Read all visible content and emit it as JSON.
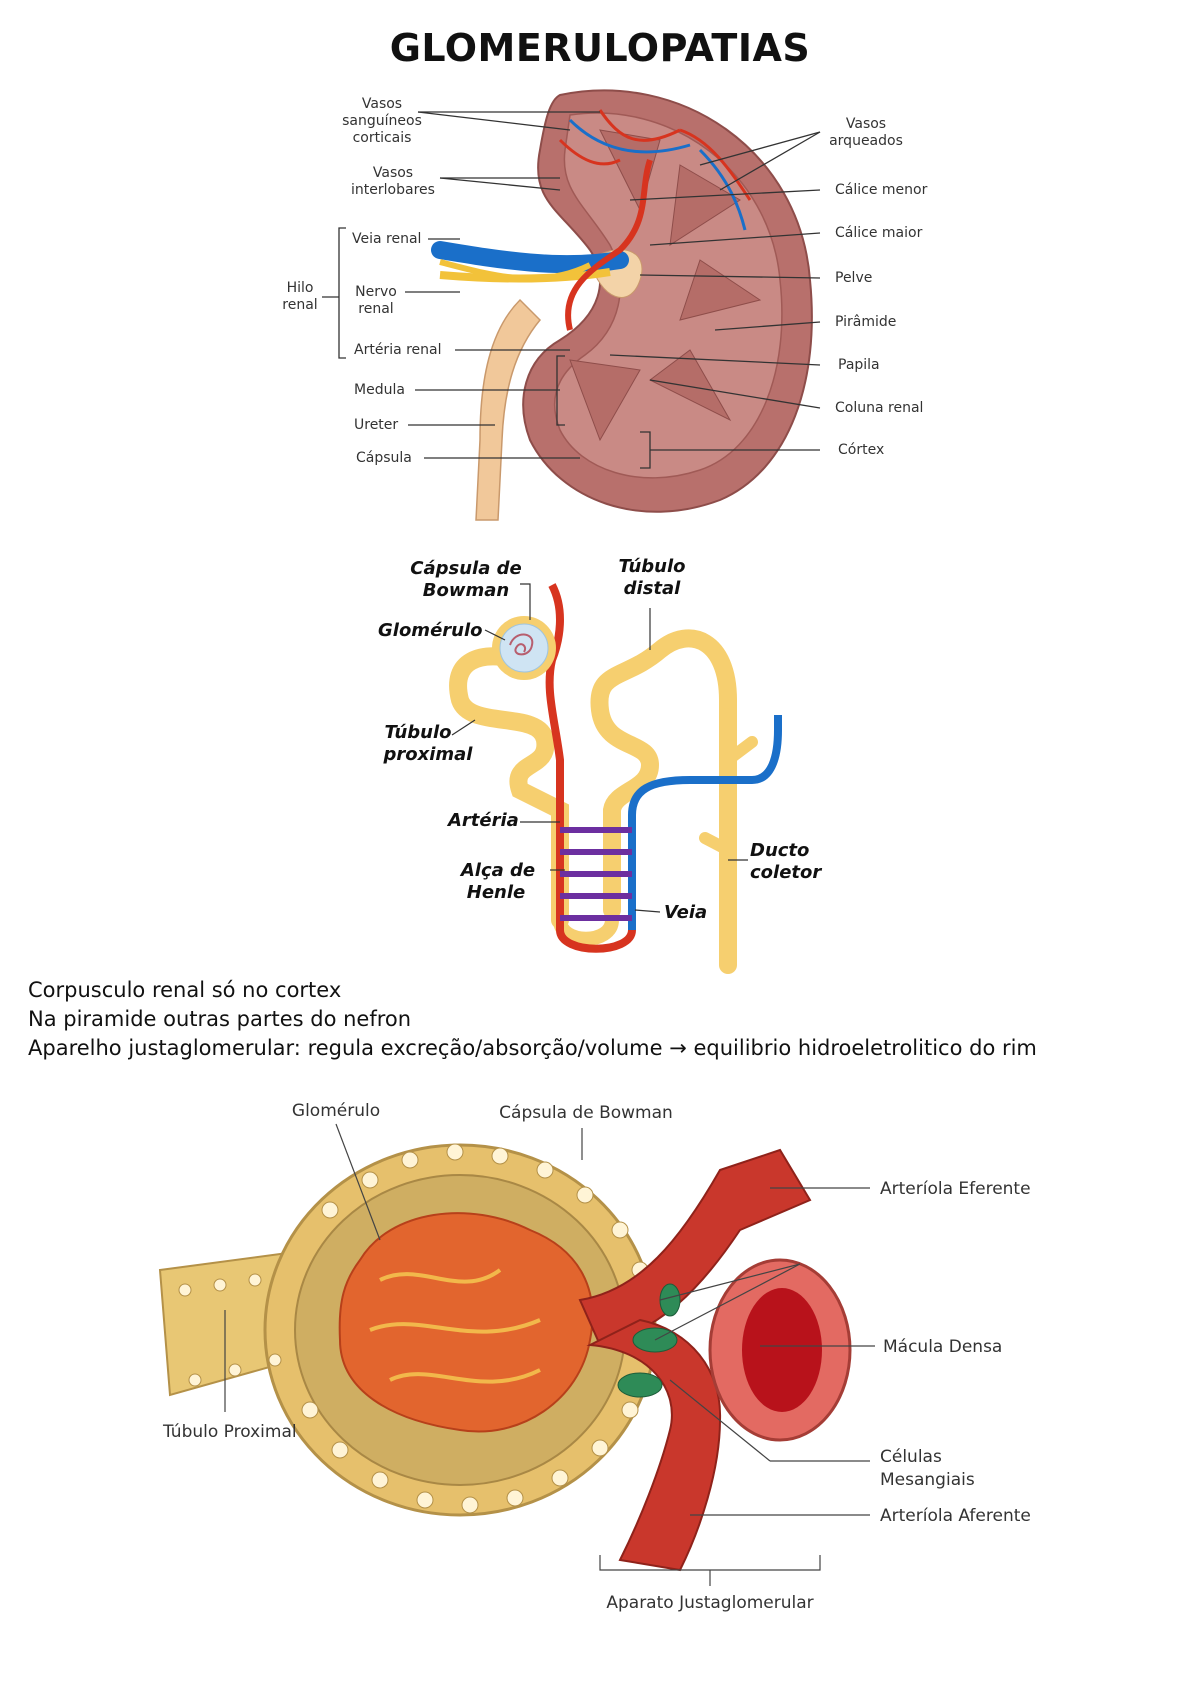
{
  "title": "GLOMERULOPATIAS",
  "kidney": {
    "labels": {
      "vasos_sanguineos_1": "Vasos",
      "vasos_sanguineos_2": "sanguíneos",
      "vasos_sanguineos_3": "corticais",
      "vasos_interlobares_1": "Vasos",
      "vasos_interlobares_2": "interlobares",
      "hilo_1": "Hilo",
      "hilo_2": "renal",
      "veia_renal": "Veia renal",
      "nervo_1": "Nervo",
      "nervo_2": "renal",
      "arteria_renal": "Artéria renal",
      "medula": "Medula",
      "ureter": "Ureter",
      "capsula": "Cápsula",
      "vasos_arqueados_1": "Vasos",
      "vasos_arqueados_2": "arqueados",
      "calice_menor": "Cálice menor",
      "calice_maior": "Cálice maior",
      "pelve": "Pelve",
      "piramide": "Pirâmide",
      "papila": "Papila",
      "coluna_renal": "Coluna renal",
      "cortex": "Córtex"
    }
  },
  "nephron": {
    "labels": {
      "capsula_bowman_1": "Cápsula de",
      "capsula_bowman_2": "Bowman",
      "tubulo_distal_1": "Túbulo",
      "tubulo_distal_2": "distal",
      "glomerulo": "Glomérulo",
      "tubulo_proximal_1": "Túbulo",
      "tubulo_proximal_2": "proximal",
      "arteria": "Artéria",
      "alca_henle_1": "Alça de",
      "alca_henle_2": "Henle",
      "veia": "Veia",
      "ducto_coletor_1": "Ducto",
      "ducto_coletor_2": "coletor"
    }
  },
  "notes": [
    "Corpusculo renal só no cortex",
    "Na piramide outras partes do nefron",
    "Aparelho justaglomerular: regula excreção/absorção/volume → equilibrio hidroeletrolitico do rim"
  ],
  "juxta": {
    "labels": {
      "glomerulo": "Glomérulo",
      "capsula_bowman": "Cápsula de Bowman",
      "arteriola_eferente": "Arteríola Eferente",
      "macula_densa": "Mácula Densa",
      "celulas_1": "Células",
      "celulas_2": "Mesangiais",
      "arteriola_aferente": "Arteríola Aferente",
      "tubulo_proximal": "Túbulo Proximal",
      "aparato": "Aparato Justaglomerular"
    }
  },
  "colors": {
    "kidney": "#b86e6b",
    "artery": "#d7341f",
    "vein": "#1a6fc9",
    "tubule": "#f6cf6f",
    "nerve": "#f2c23a"
  }
}
